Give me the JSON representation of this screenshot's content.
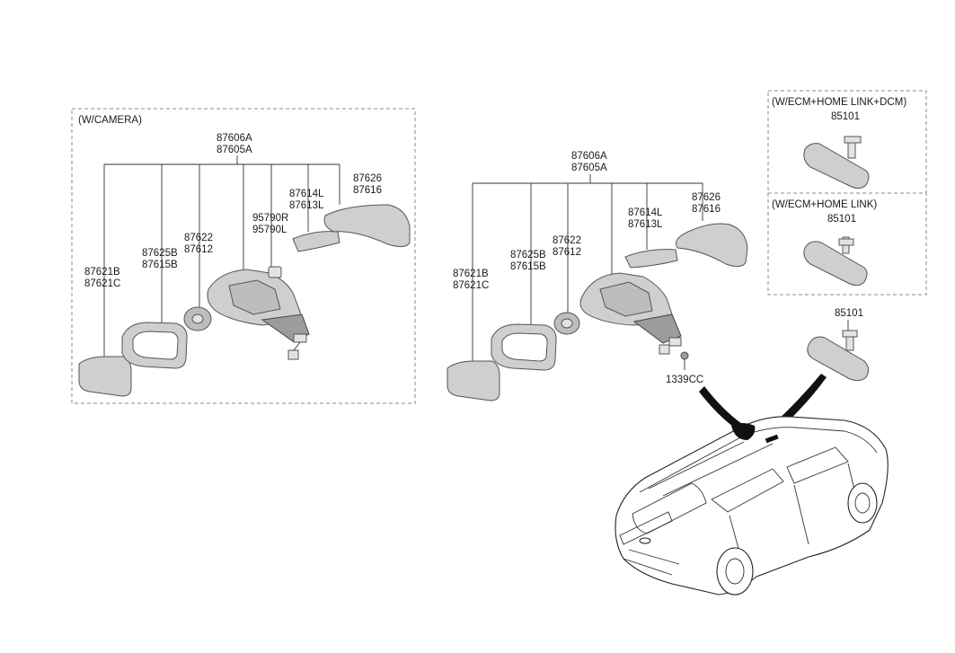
{
  "groups": {
    "left": {
      "title": "(W/CAMERA)",
      "assembly": [
        "87606A",
        "87605A"
      ],
      "glass": [
        "87621B",
        "87621C"
      ],
      "bezel": [
        "87625B",
        "87615B"
      ],
      "actuator": [
        "87622",
        "87612"
      ],
      "lamp": [
        "95790R",
        "95790L"
      ],
      "repeater": [
        "87614L",
        "87613L"
      ],
      "cover": [
        "87626",
        "87616"
      ]
    },
    "right": {
      "assembly": [
        "87606A",
        "87605A"
      ],
      "glass": [
        "87621B",
        "87621C"
      ],
      "bezel": [
        "87625B",
        "87615B"
      ],
      "actuator": [
        "87622",
        "87612"
      ],
      "repeater": [
        "87614L",
        "87613L"
      ],
      "cover": [
        "87626",
        "87616"
      ],
      "screw": "1339CC"
    }
  },
  "inside_mirror": {
    "variant1": {
      "title": "(W/ECM+HOME LINK+DCM)",
      "part": "85101"
    },
    "variant2": {
      "title": "(W/ECM+HOME LINK)",
      "part": "85101"
    },
    "variant3": {
      "part": "85101"
    }
  }
}
